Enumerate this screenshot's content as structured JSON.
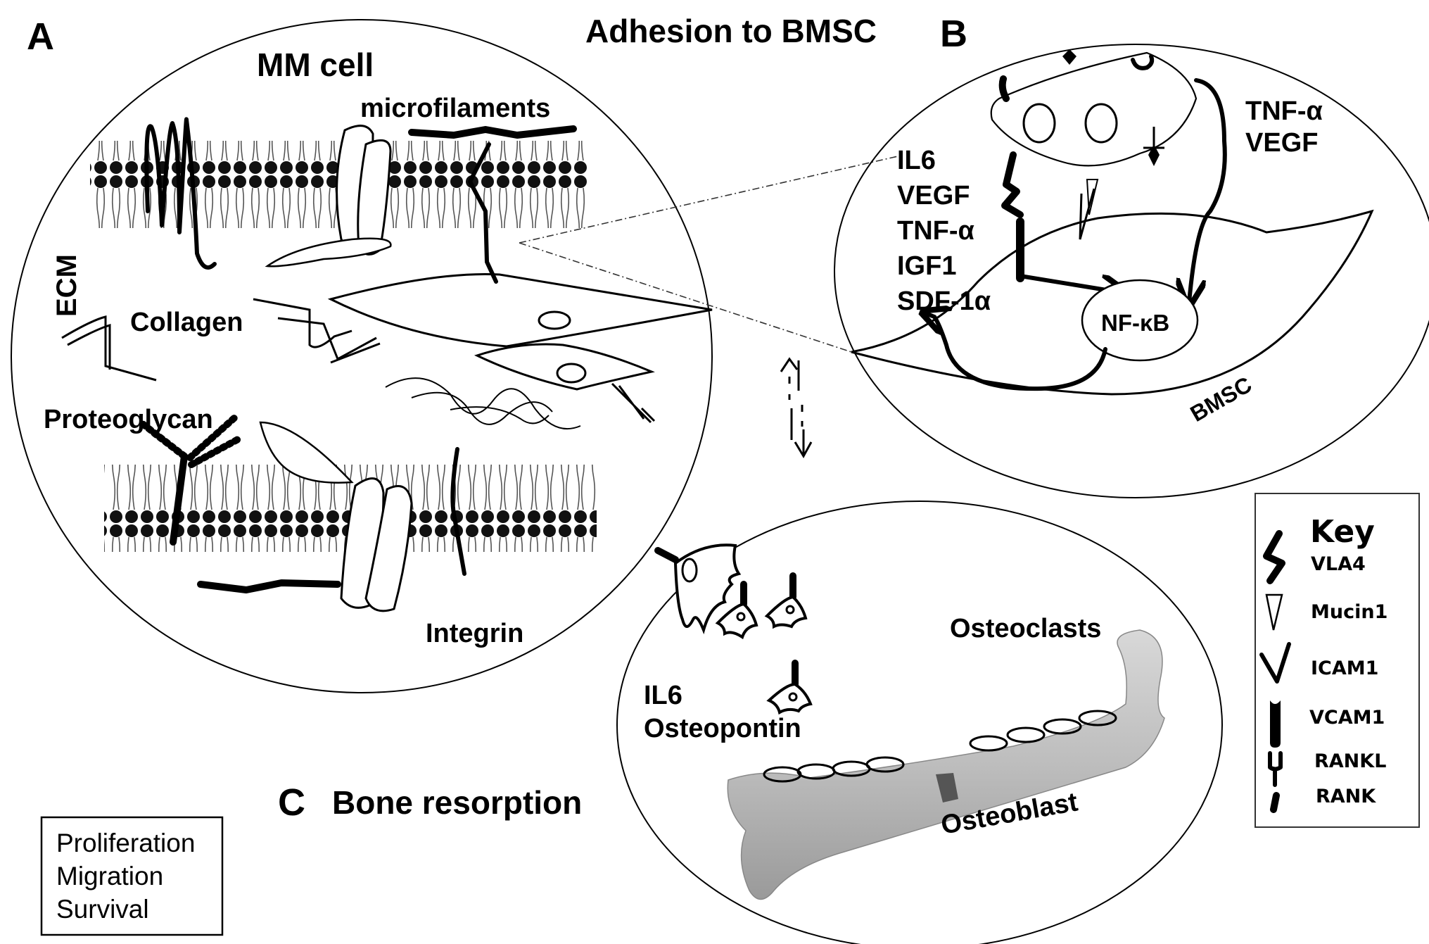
{
  "panels": {
    "a": {
      "letter": "A",
      "cell_label": "MM cell",
      "microfilaments": "microfilaments",
      "ecm": "ECM",
      "collagen": "Collagen",
      "proteoglycan": "Proteoglycan",
      "integrin": "Integrin"
    },
    "b": {
      "letter": "B",
      "heading": "Adhesion to BMSC",
      "cytokines_left": [
        "IL6",
        "VEGF",
        "TNF-α",
        "IGF1",
        "SDF-1α"
      ],
      "cytokines_right": [
        "TNF-α",
        "VEGF"
      ],
      "nfkb": "NF-κB",
      "bmsc": "BMSC"
    },
    "c": {
      "letter": "C",
      "heading": "Bone resorption",
      "factors": [
        "IL6",
        "Osteopontin"
      ],
      "osteoclasts": "Osteoclasts",
      "osteoblast": "Osteoblast"
    }
  },
  "outcomes_box": {
    "items": [
      "Proliferation",
      "Migration",
      "Survival"
    ]
  },
  "key": {
    "title": "Key",
    "items": [
      {
        "label": "VLA4",
        "icon": "zigzag-icon"
      },
      {
        "label": "Mucin1",
        "icon": "triangle-down-icon"
      },
      {
        "label": "ICAM1",
        "icon": "v-shape-icon"
      },
      {
        "label": "VCAM1",
        "icon": "notched-bar-icon"
      },
      {
        "label": "RANKL",
        "icon": "fork-icon"
      },
      {
        "label": "RANK",
        "icon": "short-bar-icon"
      }
    ]
  }
}
